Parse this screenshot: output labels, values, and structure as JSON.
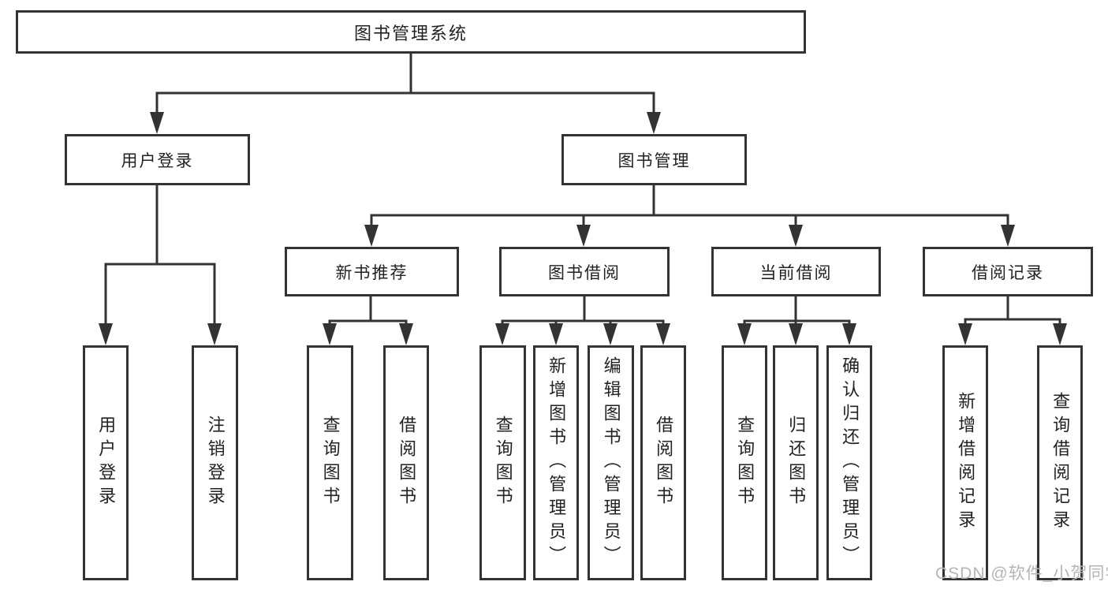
{
  "tree": {
    "label": "图书管理系统",
    "children": [
      {
        "label": "用户登录",
        "children": [
          {
            "label": "用户登录"
          },
          {
            "label": "注销登录"
          }
        ]
      },
      {
        "label": "图书管理",
        "children": [
          {
            "label": "新书推荐",
            "children": [
              {
                "label": "查询图书"
              },
              {
                "label": "借阅图书"
              }
            ]
          },
          {
            "label": "图书借阅",
            "children": [
              {
                "label": "查询图书"
              },
              {
                "label": "新增图书（管理员）"
              },
              {
                "label": "编辑图书（管理员）"
              },
              {
                "label": "借阅图书"
              }
            ]
          },
          {
            "label": "当前借阅",
            "children": [
              {
                "label": "查询图书"
              },
              {
                "label": "归还图书"
              },
              {
                "label": "确认归还（管理员）"
              }
            ]
          },
          {
            "label": "借阅记录",
            "children": [
              {
                "label": "新增借阅记录"
              },
              {
                "label": "查询借阅记录"
              }
            ]
          }
        ]
      }
    ]
  },
  "watermark": {
    "text": "CSDN @软件_小贺同学"
  },
  "colors": {
    "line": "#333333",
    "text": "#222222",
    "box_background": "#ffffff",
    "watermark": "#b5b5b5",
    "background": "#ffffff"
  }
}
